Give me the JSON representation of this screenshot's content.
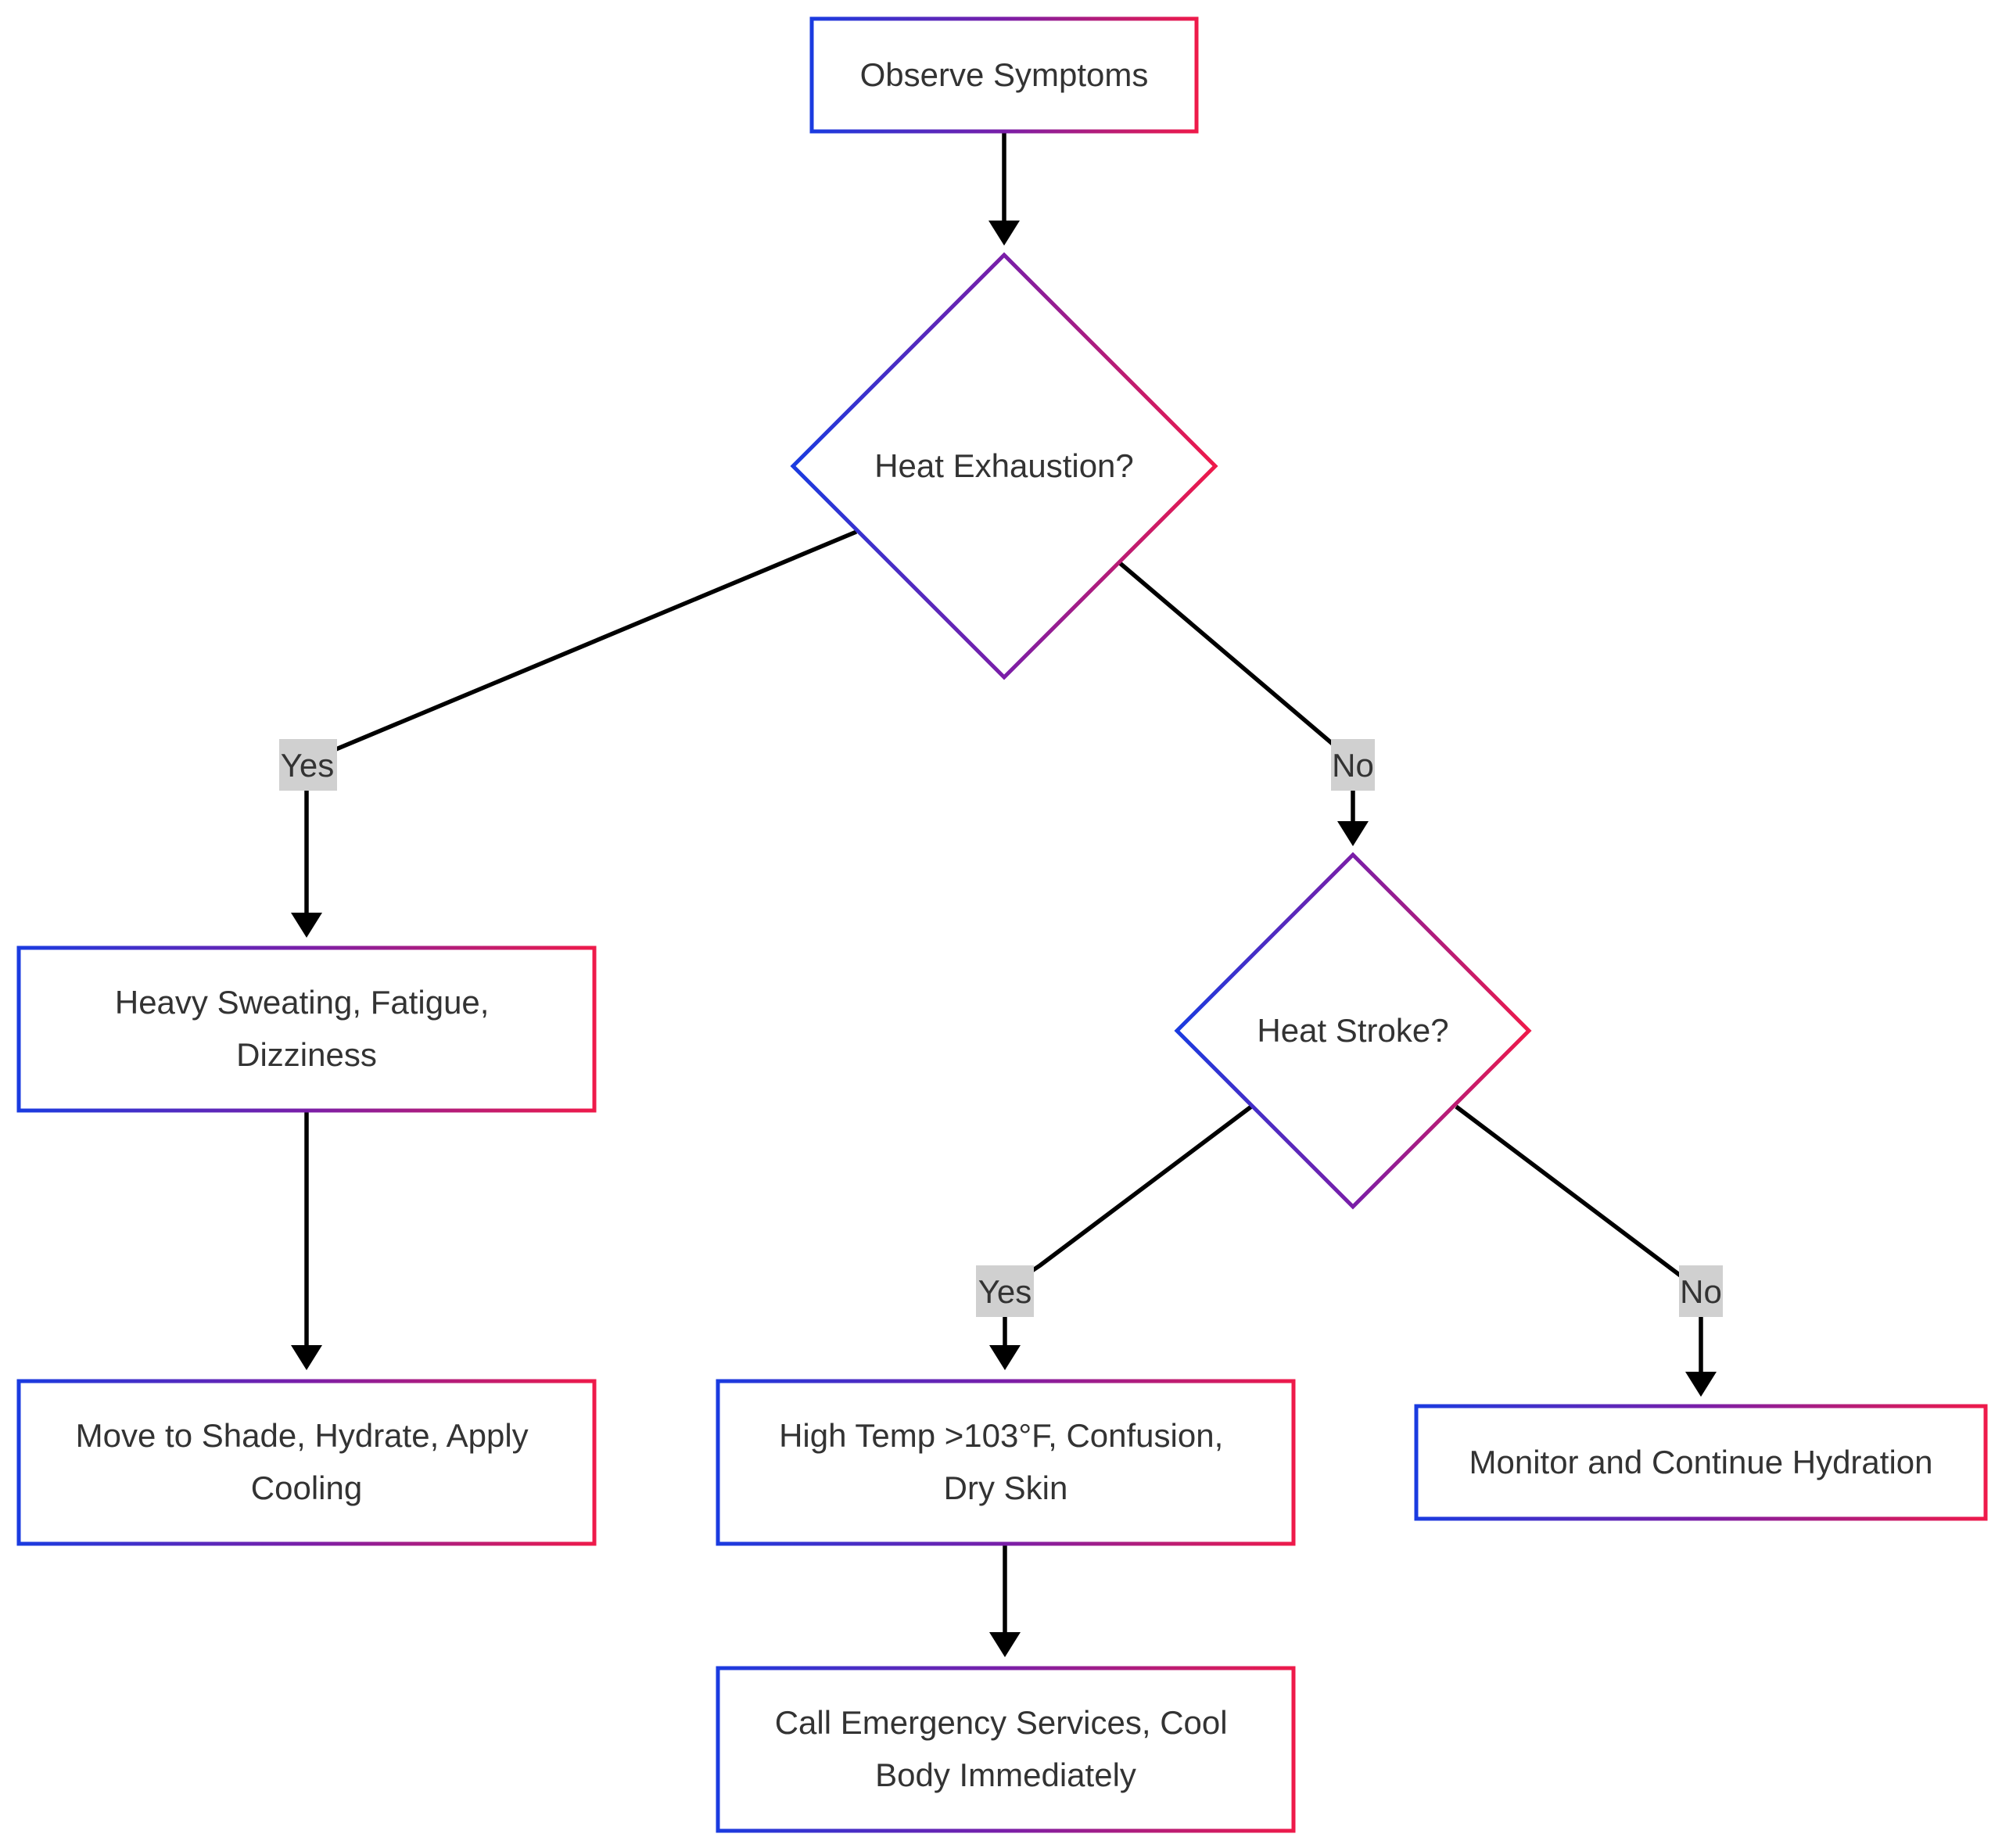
{
  "nodes": {
    "observe": {
      "lines": [
        "Observe Symptoms"
      ]
    },
    "heat_exhaustion": {
      "lines": [
        "Heat Exhaustion?"
      ]
    },
    "exhaustion_symptoms": {
      "lines": [
        "Heavy Sweating, Fatigue,",
        "Dizziness"
      ]
    },
    "exhaustion_treatment": {
      "lines": [
        "Move to Shade, Hydrate, Apply",
        "Cooling"
      ]
    },
    "heat_stroke": {
      "lines": [
        "Heat Stroke?"
      ]
    },
    "stroke_symptoms": {
      "lines": [
        "High Temp >103°F, Confusion,",
        "Dry Skin"
      ]
    },
    "monitor": {
      "lines": [
        "Monitor and Continue Hydration"
      ]
    },
    "emergency": {
      "lines": [
        "Call Emergency Services, Cool",
        "Body Immediately"
      ]
    }
  },
  "edge_labels": {
    "exhaustion_yes": "Yes",
    "exhaustion_no": "No",
    "stroke_yes": "Yes",
    "stroke_no": "No"
  },
  "colors": {
    "gradient_start": "#1a3be0",
    "gradient_mid": "#7a1ea8",
    "gradient_end": "#ee1a4a",
    "edge": "#000000",
    "label_background": "#d0d0d0",
    "text": "#333333"
  }
}
